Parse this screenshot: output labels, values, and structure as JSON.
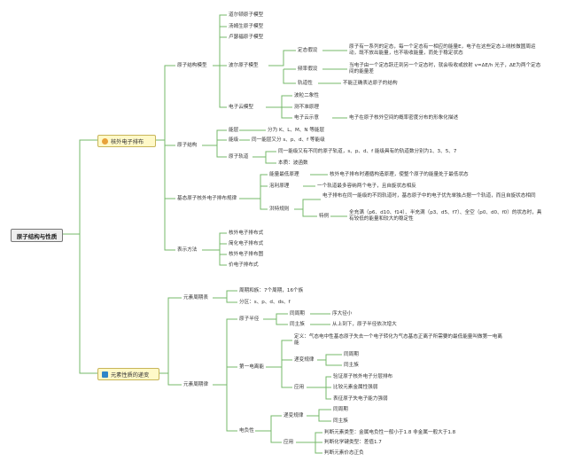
{
  "root": "原子结构与性质",
  "b1": {
    "label": "核外电子排布",
    "icon": "gear-icon",
    "model": {
      "label": "原子结构模型",
      "a": "道尔顿原子模型",
      "b": "汤姆生原子模型",
      "c": "卢瑟福原子模型",
      "bohr": {
        "label": "波尔原子模型",
        "dl": {
          "label": "定态假设",
          "text": "原子有一系列的定态，每一个定态有一相应的能量E，电子在这些定态上绕核做圆周运动，既不放出能量，也不吸收能量，而处于稳定状态"
        },
        "pl": {
          "label": "频率假设",
          "text": "当电子由一个定态跃迁到另一个定态时，就会吸收或放射 v=ΔE/h 光子，ΔE为两个定态间的能量差"
        },
        "gd": {
          "label": "轨道性",
          "text": "不能正确表达原子的结构"
        }
      },
      "cloud": {
        "label": "电子云模型",
        "a": "波粒二象性",
        "b": "测不准原理",
        "c": {
          "label": "电子云示意",
          "text": "电子在原子核外空间的概率密度分布的形象化描述"
        }
      }
    },
    "struct": {
      "label": "原子结构",
      "ncy": {
        "label": "能层",
        "text": "分为 K、L、M、N 等能层"
      },
      "njy": {
        "label": "能级",
        "text": "同一能层又分 s、p、d、f 等能级"
      },
      "orb": {
        "label": "原子轨道",
        "a": "同一能级又有不同的原子轨道，s、p、d、f 能级具有的轨道数分别为1、3、5、7",
        "b": "本质：波函数"
      }
    },
    "rule": {
      "label": "基态原子核外电子排布规律",
      "low": {
        "label": "能量最低原理",
        "text": "核外电子排布时遵循构造原理，使整个原子的能量处于最低状态"
      },
      "pauli": {
        "label": "泡利原理",
        "text": "一个轨道最多容纳两个电子，且自旋状态相反"
      },
      "hund": {
        "label": "洪特规则",
        "a": "电子排布在同一能级的不同轨道时，基态原子中的电子优先单独占据一个轨道，而且自旋状态相同",
        "sp": {
          "label": "特例",
          "text": "全充满（p6、d10、f14）、半充满（p3、d5、f7）、全空（p0、d0、f0）的状态时，具有较低的能量和较大的稳定性"
        }
      }
    },
    "repr": {
      "label": "表示方法",
      "a": "核外电子排布式",
      "b": "简化电子排布式",
      "c": "核外电子排布图",
      "d": "价电子排布式"
    }
  },
  "b2": {
    "label": "元素性质的递变",
    "icon": "book-icon",
    "table": {
      "label": "元素周期表",
      "a": "周期和族：7个周期，16个族",
      "b": "分区：s、p、d、ds、f"
    },
    "law": {
      "label": "元素周期律",
      "radius": {
        "label": "原子半径",
        "a": {
          "label": "同周期",
          "text": "序大径小"
        },
        "b": {
          "label": "同主族",
          "text": "从上到下，原子半径依次增大"
        }
      },
      "ie": {
        "label": "第一电离能",
        "def": "定义：气态电中性基态原子失去一个电子转化为气态基态正离子所需要的最低能量叫做第一电离能",
        "trend": {
          "label": "递变规律",
          "a": "同周期",
          "b": "同主族"
        },
        "use": {
          "label": "应用",
          "a": "验证原子核外电子分层排布",
          "b": "比较元素金属性强弱",
          "c": "表征原子失电子能力强弱"
        }
      },
      "en": {
        "label": "电负性",
        "trend": {
          "label": "递变规律",
          "a": "同周期",
          "b": "同主族"
        },
        "use": {
          "label": "应用",
          "a": "判断元素类型：金属电负性一般小于1.8 非金属一般大于1.8",
          "b": "判断化学键类型：差值1.7",
          "c": "判断元素价态正负"
        }
      }
    }
  },
  "colors": {
    "line": "#74b86a",
    "root_bg": "#eeeeee",
    "branch_bg": "#fff9c8",
    "gear": "#e8a23a",
    "book": "#2f86c8"
  }
}
